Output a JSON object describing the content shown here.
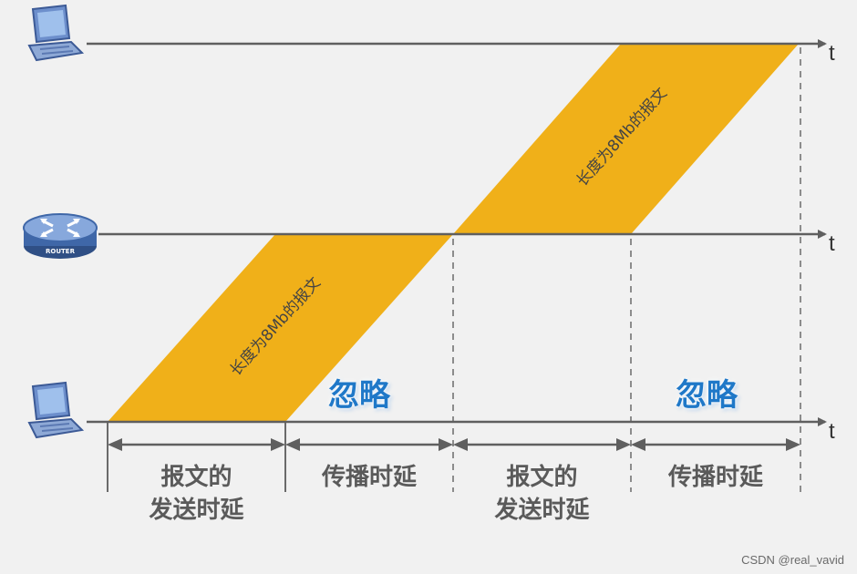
{
  "axis_label": "t",
  "packet_label": "长度为8Mb的报文",
  "ignore_label": "忽略",
  "segments": [
    {
      "line1": "报文的",
      "line2": "发送时延"
    },
    {
      "line1": "传播时延",
      "line2": ""
    },
    {
      "line1": "报文的",
      "line2": "发送时延"
    },
    {
      "line1": "传播时延",
      "line2": ""
    }
  ],
  "device_labels": {
    "router": "ROUTER"
  },
  "watermark": "CSDN @real_vavid",
  "colors": {
    "packet": "#f0b019",
    "axis": "#5f5f5f",
    "ignore": "#1f78c8"
  }
}
